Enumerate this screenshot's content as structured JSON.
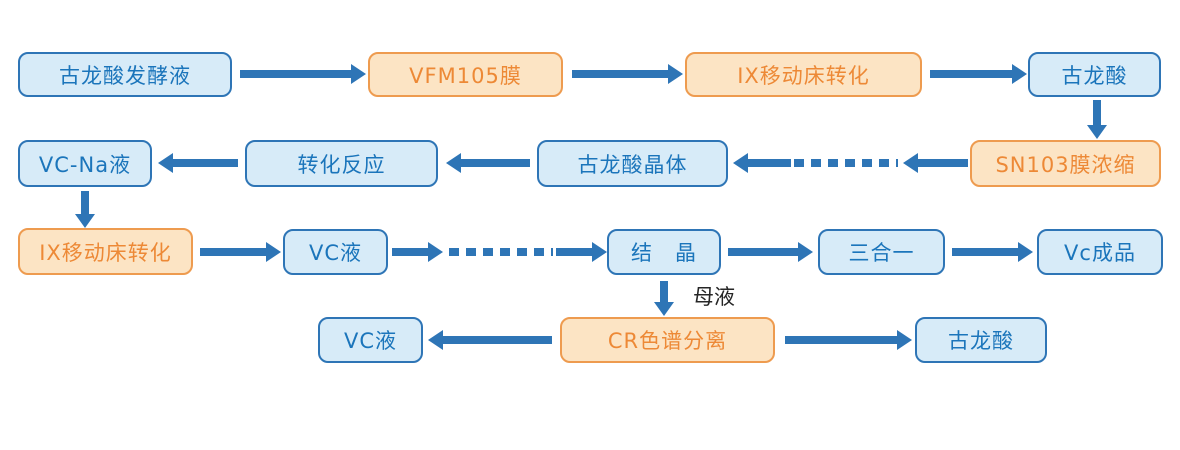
{
  "diagram": {
    "type": "process-flowchart",
    "colors": {
      "blue_box_fill": "#D7EBF8",
      "blue_box_border": "#2E75B6",
      "blue_box_text": "#1B75BB",
      "orange_box_fill": "#FCE4C4",
      "orange_box_border": "#EE9B4F",
      "orange_box_text": "#ED8936",
      "arrow": "#2E75B6",
      "edge_label_text": "#262626"
    },
    "nodes": {
      "fermentation_broth": "古龙酸发酵液",
      "vfm105_membrane": "VFM105膜",
      "ix_moving_bed_1": "IX移动床转化",
      "gulonic_acid_1": "古龙酸",
      "sn103_membrane": "SN103膜浓缩",
      "gulonic_crystal": "古龙酸晶体",
      "conversion_reaction": "转化反应",
      "vc_na_liquid": "VC-Na液",
      "ix_moving_bed_2": "IX移动床转化",
      "vc_liquid_1": "VC液",
      "crystallization": "结　晶",
      "three_in_one": "三合一",
      "vc_product": "Vc成品",
      "vc_liquid_2": "VC液",
      "cr_chromatography": "CR色谱分离",
      "gulonic_acid_2": "古龙酸"
    },
    "edge_labels": {
      "mother_liquor": "母液"
    }
  }
}
